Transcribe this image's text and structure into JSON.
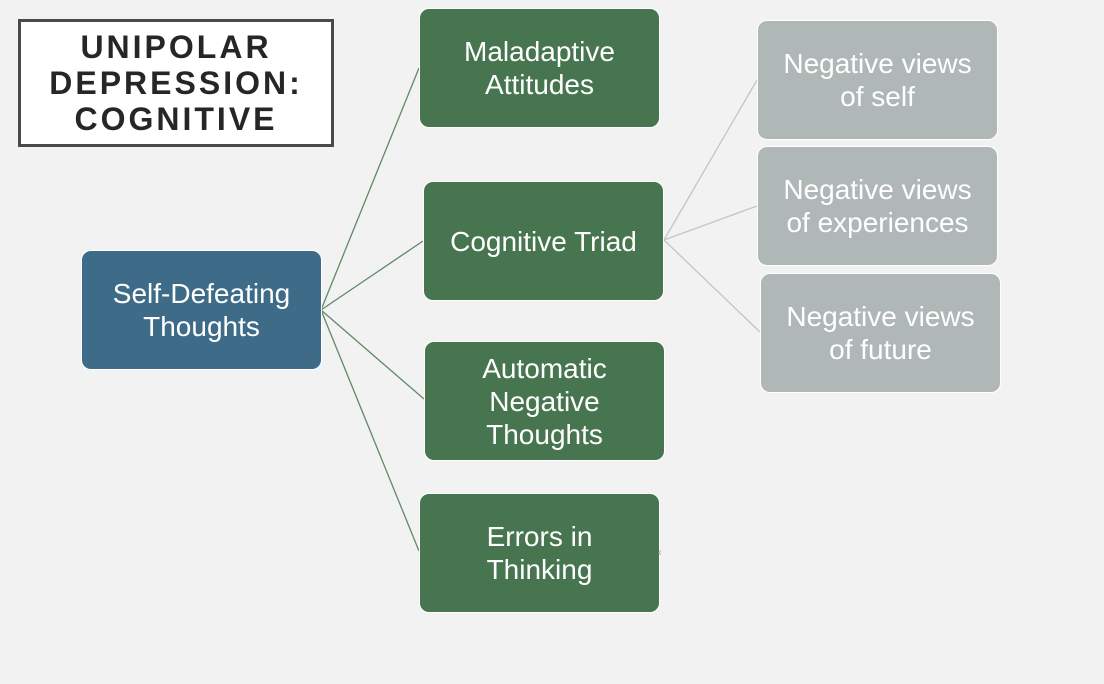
{
  "title": "UNIPOLAR\nDEPRESSION:\nCOGNITIVE",
  "colors": {
    "background": "#f2f2f2",
    "root_fill": "#3d6b88",
    "branch_fill": "#47754f",
    "leaf_fill": "#afb7b7",
    "branch_connector": "#5f8a64",
    "leaf_connector": "#c2c6c6",
    "title_border": "#4a4a4a"
  },
  "diagram": {
    "root": {
      "label": "Self-Defeating\nThoughts"
    },
    "branches": [
      {
        "label": "Maladaptive\nAttitudes"
      },
      {
        "label": "Cognitive Triad",
        "children": [
          {
            "label": "Negative views\nof self"
          },
          {
            "label": "Negative views\nof experiences"
          },
          {
            "label": "Negative views\nof future"
          }
        ]
      },
      {
        "label": "Automatic\nNegative\nThoughts"
      },
      {
        "label": "Errors in\nThinking"
      }
    ]
  }
}
